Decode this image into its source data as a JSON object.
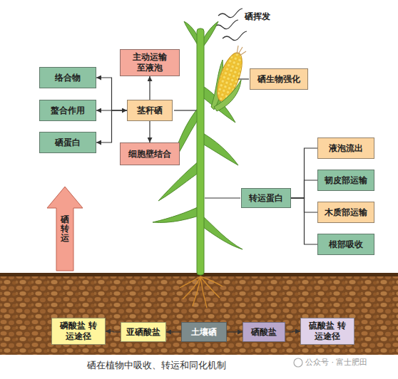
{
  "diagram": {
    "caption": "硒在植物中吸收、转运和同化机制",
    "nodes": [
      {
        "text": [
          "主动运输 至液泡"
        ]
      },
      {
        "text": [
          "络合物"
        ]
      },
      {
        "text": [
          "硒生物强化"
        ]
      },
      {
        "text": [
          "螯合作用"
        ]
      },
      {
        "text": [
          "茎秆硒"
        ]
      },
      {
        "text": [
          "硒蛋白"
        ]
      },
      {
        "text": [
          "细胞壁结合"
        ]
      },
      {
        "text": [
          "液泡流出"
        ]
      },
      {
        "text": [
          "韧皮部运输"
        ]
      },
      {
        "text": [
          "转运蛋白"
        ]
      },
      {
        "text": [
          "木质部运输"
        ]
      },
      {
        "text": [
          "根部吸收"
        ]
      },
      {
        "text": [
          "磷酸盐 转运途径"
        ]
      },
      {
        "text": [
          "亚硒酸盐"
        ]
      },
      {
        "text": [
          "土壤硒"
        ]
      },
      {
        "text": [
          "硒酸盐"
        ]
      },
      {
        "text": [
          "硫酸盐 转运途径"
        ]
      }
    ],
    "edges": [
      {
        "from": 4,
        "to": 0,
        "arrow": "to"
      },
      {
        "from": 4,
        "to": 1,
        "arrow": "to"
      },
      {
        "from": 4,
        "to": 3,
        "arrow": "both"
      },
      {
        "from": 4,
        "to": 5,
        "arrow": "to"
      },
      {
        "from": 4,
        "to": 6,
        "arrow": "to"
      },
      {
        "from": 9,
        "to": 7,
        "arrow": "none"
      },
      {
        "from": 9,
        "to": 8,
        "arrow": "none"
      },
      {
        "from": 9,
        "to": 10,
        "arrow": "none"
      },
      {
        "from": 9,
        "to": 11,
        "arrow": "none"
      },
      {
        "from": 14,
        "to": 13,
        "arrow": "to"
      },
      {
        "from": 13,
        "to": 12,
        "arrow": "to"
      },
      {
        "from": 14,
        "to": 15,
        "arrow": "to"
      },
      {
        "from": 15,
        "to": 16,
        "arrow": "to"
      }
    ],
    "labels": [
      "硒挥发",
      "硒转运",
      "公众号 · 富士肥田"
    ]
  }
}
